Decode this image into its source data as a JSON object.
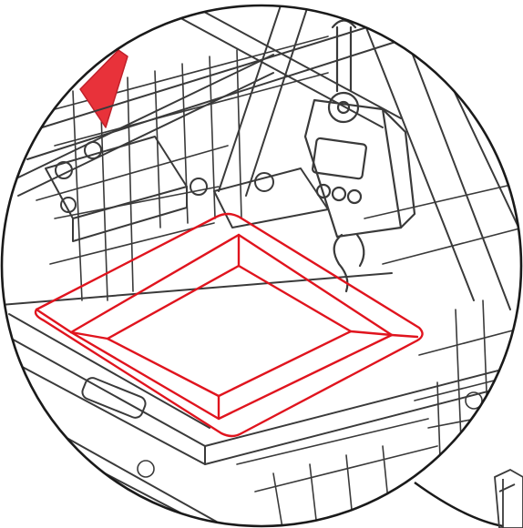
{
  "figure": {
    "type": "technical-line-illustration",
    "subject": "zoom-detail",
    "colors": {
      "line": "#3a3a3a",
      "highlight": "#e0141e",
      "arrow": "#e8323a",
      "background": "#ffffff"
    },
    "parts": [
      {
        "name": "wire-mesh-cage",
        "icon": "grid-icon"
      },
      {
        "name": "digital-hanging-scale",
        "icon": "scale-icon",
        "buttons": 3
      },
      {
        "name": "drip-tray",
        "icon": "tray-icon",
        "highlighted": true
      },
      {
        "name": "support-frame",
        "icon": "frame-icon"
      },
      {
        "name": "direction-arrow",
        "icon": "arrow-icon"
      }
    ]
  }
}
